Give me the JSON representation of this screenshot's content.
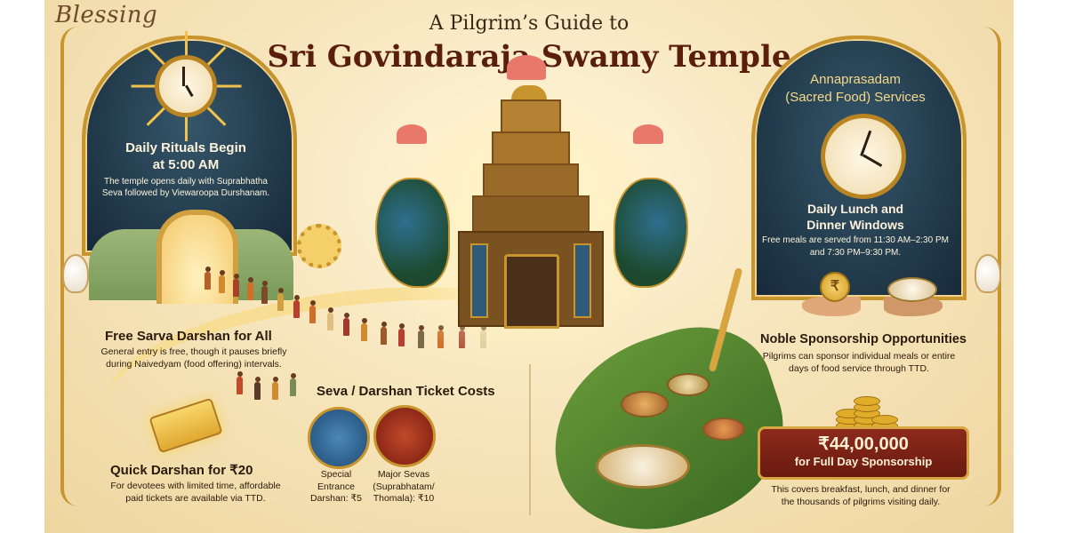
{
  "brand": "Blessing",
  "header": {
    "subtitle": "A Pilgrim’s Guide to",
    "title": "Sri Govindaraja Swamy Temple"
  },
  "left": {
    "rituals": {
      "title_line1": "Daily Rituals Begin",
      "title_line2": "at 5:00 AM",
      "desc_line1": "The temple opens daily with Suprabhatha",
      "desc_line2": "Seva followed by Viewaroopa Durshanam."
    },
    "free_darshan": {
      "title": "Free Sarva Darshan for All",
      "desc_line1": "General entry is free, though it pauses briefly",
      "desc_line2": "during Naivedyam (food offering) intervals."
    },
    "quick_darshan": {
      "title": "Quick Darshan for ₹20",
      "desc_line1": "For devotees with limited time, affordable",
      "desc_line2": "paid tickets are available via TTD."
    }
  },
  "center": {
    "tickets": {
      "title": "Seva / Darshan Ticket Costs",
      "special": {
        "line1": "Special",
        "line2": "Entrance",
        "line3": "Darshan: ₹5"
      },
      "major": {
        "line1": "Major Sevas",
        "line2": "(Suprabhatam/",
        "line3": "Thomala): ₹10"
      }
    }
  },
  "right": {
    "annaprasadam": {
      "line1": "Annaprasadam",
      "line2": "(Sacred Food) Services"
    },
    "meals": {
      "title_line1": "Daily Lunch and",
      "title_line2": "Dinner Windows",
      "desc_line1": "Free meals are served from 11:30 AM–2:30 PM",
      "desc_line2": "and 7:30 PM–9:30 PM."
    },
    "sponsorship": {
      "title": "Noble Sponsorship Opportunities",
      "desc_line1": "Pilgrims can sponsor individual meals or entire",
      "desc_line2": "days of food service through TTD."
    },
    "full_day": {
      "amount": "₹44,00,000",
      "label": "for Full Day Sponsorship",
      "desc_line1": "This covers breakfast, lunch, and dinner for",
      "desc_line2": "the thousands of pilgrims visiting daily."
    },
    "rupee_symbol": "₹"
  },
  "colors": {
    "accent_gold": "#c8942e",
    "deep_red": "#8c2a1c",
    "teal_dark": "#1f3747"
  },
  "icons": [
    "sun-clock-icon",
    "temple-gopuram-icon",
    "peacock-icon",
    "lotus-icon",
    "conch-icon",
    "ticket-icon",
    "lamp-icon",
    "rupee-coin-icon",
    "food-plate-icon",
    "gold-coins-icon",
    "wheat-icon"
  ]
}
